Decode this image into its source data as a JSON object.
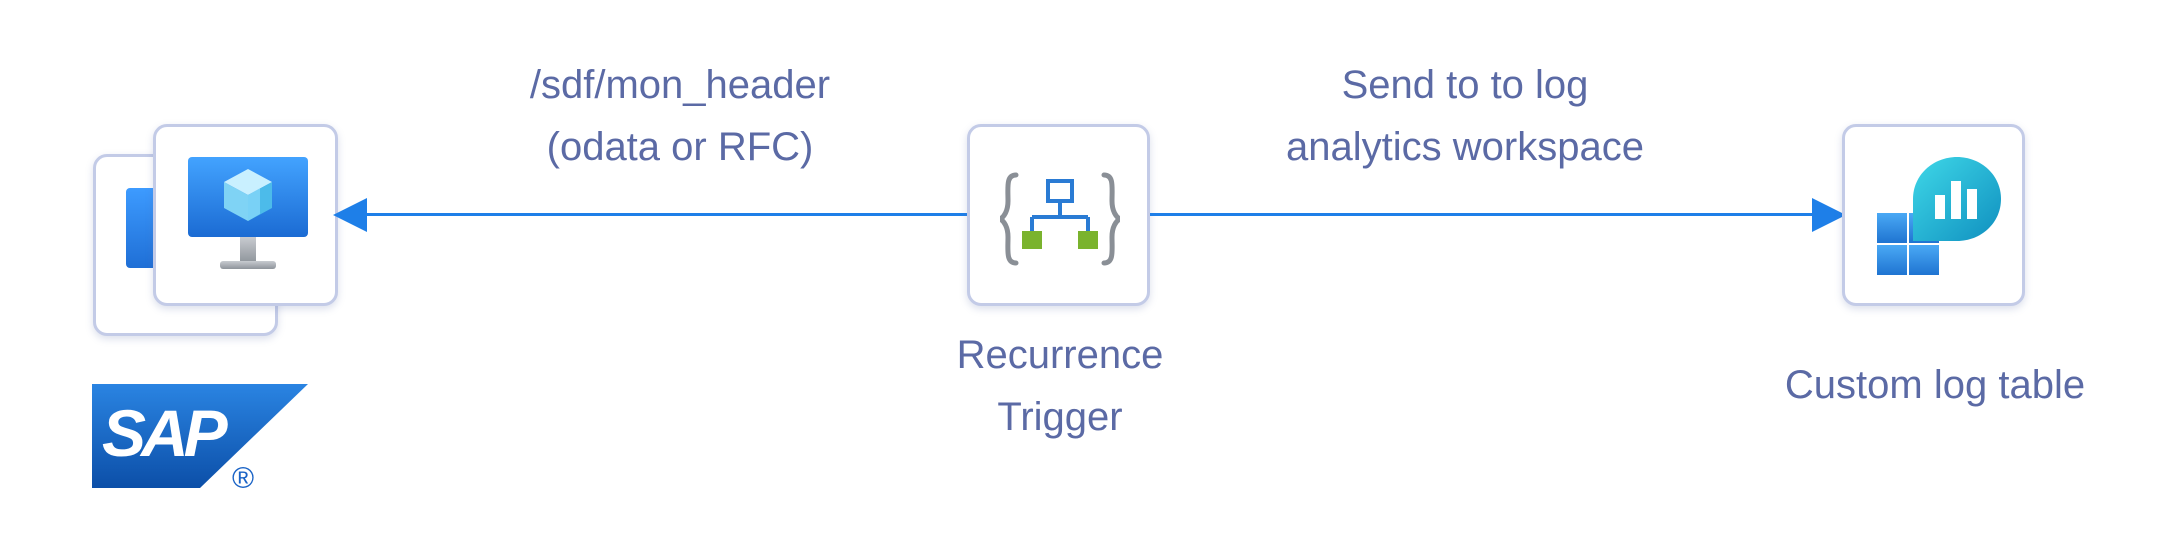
{
  "nodes": {
    "sap_vm": {
      "logo_text": "SAP",
      "logo_registered": "®"
    },
    "recurrence_trigger": {
      "label_line1": "Recurrence",
      "label_line2": "Trigger"
    },
    "custom_log_table": {
      "label": "Custom log table"
    }
  },
  "edges": {
    "to_sap": {
      "label_line1": "/sdf/mon_header",
      "label_line2": "(odata or RFC)"
    },
    "to_log_analytics": {
      "label_line1": "Send to to log",
      "label_line2": "analytics workspace"
    }
  },
  "colors": {
    "arrow": "#1e7fe8",
    "text": "#5b6aa5",
    "tile_border": "#c3cbe7",
    "sap_blue": "#1a63c6",
    "logic_green": "#7ab32e"
  },
  "icons": {
    "vm": "virtual-machine-icon",
    "trigger": "logic-app-trigger-icon",
    "log_analytics": "log-analytics-workspace-icon"
  }
}
